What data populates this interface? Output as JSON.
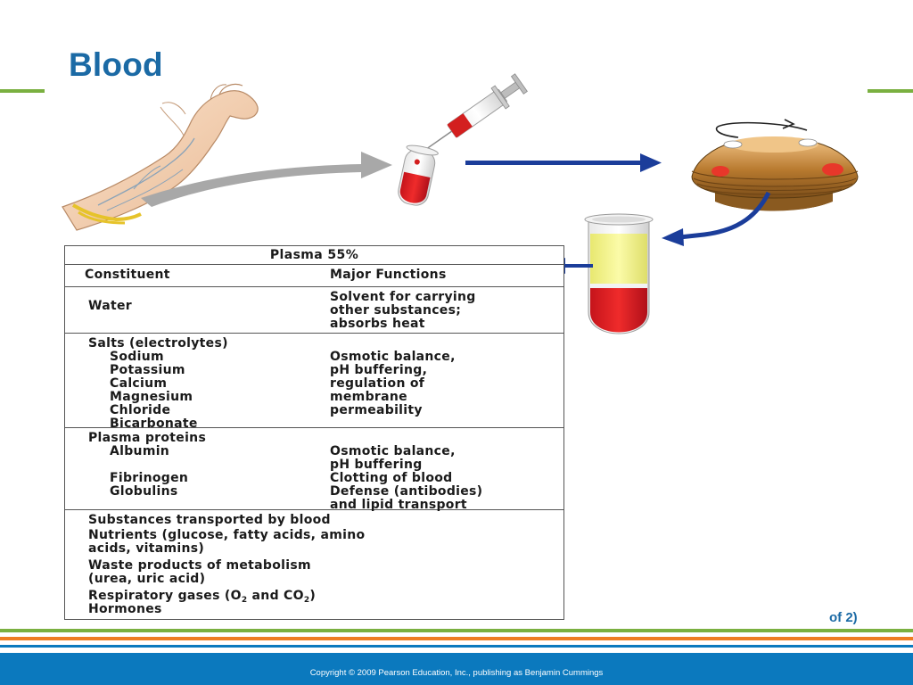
{
  "slide": {
    "title": "Blood"
  },
  "colors": {
    "title": "#1b6aa5",
    "accent_green": "#7ab040",
    "accent_orange": "#ee7d22",
    "accent_blue": "#0b79be",
    "arrow_blue": "#1b3d9a"
  },
  "illustration": {
    "icons": [
      "arm-icon",
      "syringe-icon",
      "blood-tube-icon",
      "centrifuge-icon",
      "separated-tube-icon"
    ]
  },
  "table": {
    "header": "Plasma 55%",
    "col_constituent": "Constituent",
    "col_functions": "Major Functions",
    "water": {
      "name": "Water",
      "functions": [
        "Solvent for carrying",
        "other substances;",
        "absorbs heat"
      ]
    },
    "salts": {
      "name": "Salts (electrolytes)",
      "items": [
        "Sodium",
        "Potassium",
        "Calcium",
        "Magnesium",
        "Chloride",
        "Bicarbonate"
      ],
      "functions": [
        "Osmotic balance,",
        "pH buffering,",
        "regulation of",
        "membrane",
        "permeability"
      ]
    },
    "proteins": {
      "name": "Plasma proteins",
      "albumin": "Albumin",
      "albumin_functions": [
        "Osmotic balance,",
        "pH buffering"
      ],
      "fibrinogen": "Fibrinogen",
      "fibrinogen_function": "Clotting of blood",
      "globulins": "Globulins",
      "globulins_functions": [
        "Defense (antibodies)",
        "and lipid transport"
      ]
    },
    "transported": {
      "heading": "Substances transported by blood",
      "lines": [
        "Nutrients (glucose, fatty acids, amino",
        "acids, vitamins)",
        "Waste products of metabolism",
        "(urea, uric acid)"
      ],
      "resp_prefix": "Respiratory gases (O",
      "resp_sub1": "2",
      "resp_mid": " and CO",
      "resp_sub2": "2",
      "resp_suffix": ")",
      "hormones": "Hormones"
    }
  },
  "caption": "of 2)",
  "footer": {
    "copyright": "Copyright © 2009 Pearson Education, Inc., publishing as Benjamin Cummings"
  }
}
